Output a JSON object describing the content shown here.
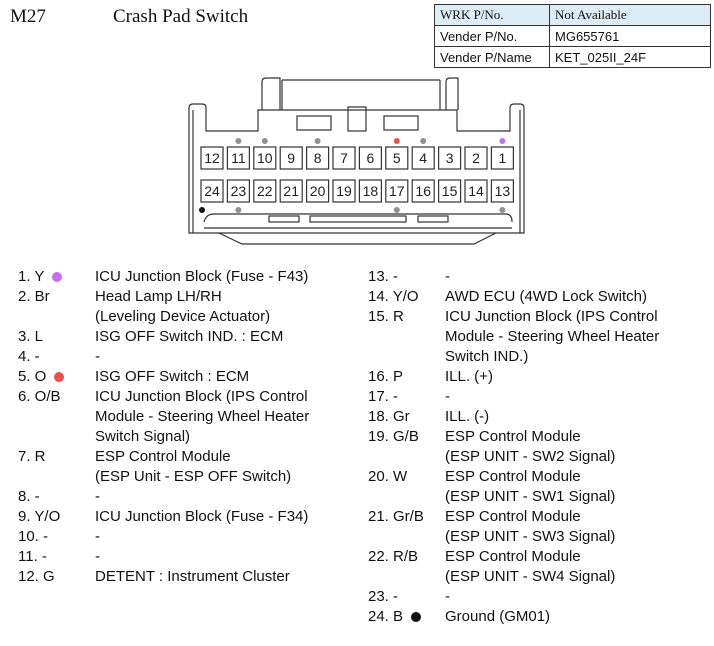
{
  "header": {
    "code": "M27",
    "title": "Crash Pad Switch"
  },
  "info_table": [
    {
      "label": "WRK P/No.",
      "value": "Not Available"
    },
    {
      "label": "Vender P/No.",
      "value": "MG655761"
    },
    {
      "label": "Vender P/Name",
      "value": "KET_025II_24F"
    }
  ],
  "connector": {
    "row1": [
      "12",
      "11",
      "10",
      "9",
      "8",
      "7",
      "6",
      "5",
      "4",
      "3",
      "2",
      "1"
    ],
    "row2": [
      "24",
      "23",
      "22",
      "21",
      "20",
      "19",
      "18",
      "17",
      "16",
      "15",
      "14",
      "13"
    ]
  },
  "colors": {
    "purple": "#c070f0",
    "red": "#f05050",
    "black": "#111111",
    "gray": "#909090"
  },
  "pins_left": [
    {
      "label": "1. Y",
      "dot": "#c070f0",
      "desc": [
        "ICU Junction Block (Fuse - F43)"
      ]
    },
    {
      "label": "2. Br",
      "desc": [
        "Head Lamp LH/RH",
        "(Leveling Device Actuator)"
      ]
    },
    {
      "label": "3. L",
      "desc": [
        "ISG OFF Switch IND. : ECM"
      ]
    },
    {
      "label": "4. -",
      "desc": [
        "-"
      ]
    },
    {
      "label": "5. O",
      "dot": "#f05050",
      "desc": [
        "ISG OFF Switch : ECM"
      ]
    },
    {
      "label": "6. O/B",
      "desc": [
        "ICU Junction Block (IPS Control",
        "Module - Steering Wheel Heater",
        "Switch Signal)"
      ]
    },
    {
      "label": "7. R",
      "desc": [
        "ESP Control Module",
        "(ESP Unit - ESP OFF Switch)"
      ]
    },
    {
      "label": "8. -",
      "desc": [
        "-"
      ]
    },
    {
      "label": "9. Y/O",
      "desc": [
        "ICU Junction Block (Fuse - F34)"
      ]
    },
    {
      "label": "10. -",
      "desc": [
        "-"
      ]
    },
    {
      "label": "11. -",
      "desc": [
        "-"
      ]
    },
    {
      "label": "12. G",
      "desc": [
        "DETENT : Instrument Cluster"
      ]
    }
  ],
  "pins_right": [
    {
      "label": "13. -",
      "desc": [
        "-"
      ]
    },
    {
      "label": "14. Y/O",
      "desc": [
        "AWD ECU (4WD Lock Switch)"
      ]
    },
    {
      "label": "15. R",
      "desc": [
        "ICU Junction Block (IPS Control",
        "Module - Steering Wheel Heater",
        "Switch IND.)"
      ]
    },
    {
      "label": "16. P",
      "desc": [
        "ILL. (+)"
      ]
    },
    {
      "label": "17. -",
      "desc": [
        "-"
      ]
    },
    {
      "label": "18. Gr",
      "desc": [
        "ILL. (-)"
      ]
    },
    {
      "label": "19. G/B",
      "desc": [
        "ESP Control Module",
        "(ESP UNIT - SW2 Signal)"
      ]
    },
    {
      "label": "20. W",
      "desc": [
        "ESP Control Module",
        "(ESP UNIT - SW1 Signal)"
      ]
    },
    {
      "label": "21. Gr/B",
      "desc": [
        "ESP Control Module",
        "(ESP UNIT - SW3 Signal)"
      ]
    },
    {
      "label": "22. R/B",
      "desc": [
        "ESP Control Module",
        "(ESP UNIT - SW4 Signal)"
      ]
    },
    {
      "label": "23. -",
      "desc": [
        "-"
      ]
    },
    {
      "label": "24. B",
      "dot": "#111111",
      "desc": [
        "Ground (GM01)"
      ]
    }
  ]
}
